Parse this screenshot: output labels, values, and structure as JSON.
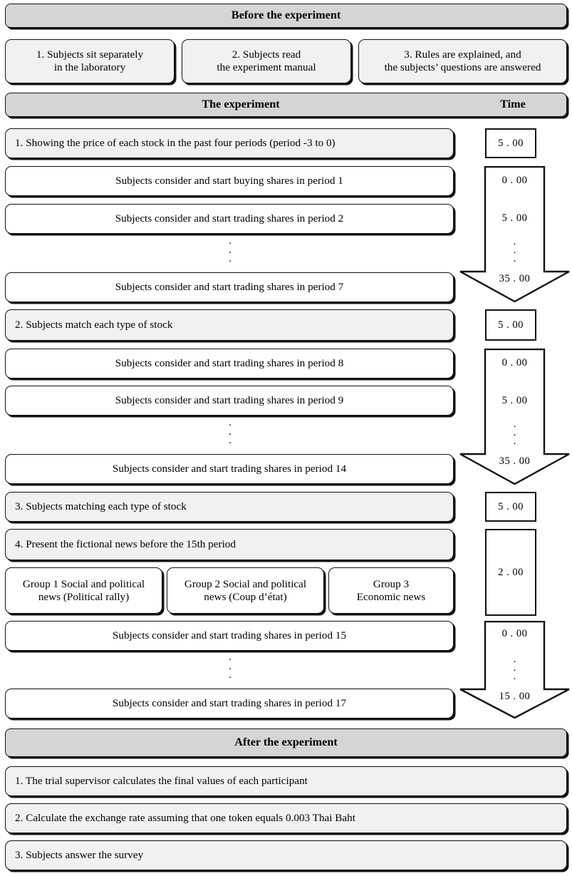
{
  "sections": {
    "before": {
      "title": "Before the experiment",
      "steps": [
        "1. Subjects sit separately\nin the laboratory",
        "2. Subjects read\nthe experiment manual",
        "3. Rules are explained, and\nthe subjects’ questions are answered"
      ]
    },
    "experiment": {
      "title": "The experiment",
      "time_title": "Time"
    },
    "after": {
      "title": "After the experiment",
      "steps": [
        "1. The trial supervisor calculates the final values of each participant",
        "2. Calculate the exchange rate assuming that one token equals 0.003 Thai Baht",
        "3. Subjects answer the survey"
      ]
    }
  },
  "rows": {
    "r1_step": "1. Showing the price of each stock in the past four periods (period -3 to 0)",
    "r1_time": "5 . 00",
    "r2": "Subjects consider and start buying shares in period 1",
    "r3": "Subjects consider and start trading shares in period 2",
    "r4": "Subjects consider and start trading shares in period 7",
    "r5_step": "2. Subjects match each type of stock",
    "r5_time": "5 . 00",
    "r6": "Subjects consider and start trading shares in period 8",
    "r7": "Subjects consider and start trading shares in period 9",
    "r8": "Subjects consider and start trading shares in period 14",
    "r9_step": "3. Subjects matching each type of stock",
    "r9_time": "5 . 00",
    "r10_step": "4. Present the fictional news before the 15th period",
    "r10_time": "2 . 00",
    "group1": "Group 1 Social and political\nnews (Political rally)",
    "group2": "Group 2 Social and political\nnews (Coup d’état)",
    "group3": "Group 3\nEconomic news",
    "r12": "Subjects consider and start trading shares in period 15",
    "r13": "Subjects consider and start trading shares in period 17"
  },
  "arrows": {
    "a1": {
      "top": "0 . 00",
      "mid": "5 . 00",
      "total": "35 . 00"
    },
    "a2": {
      "top": "0 . 00",
      "mid": "5 . 00",
      "total": "35 . 00"
    },
    "a3": {
      "top": "0 . 00",
      "mid": "",
      "total": "15 . 00"
    }
  },
  "colors": {
    "header_fill": "#d5d5d5",
    "step_fill": "#f1f1f1",
    "plain_fill": "#ffffff",
    "stroke": "#111111"
  }
}
